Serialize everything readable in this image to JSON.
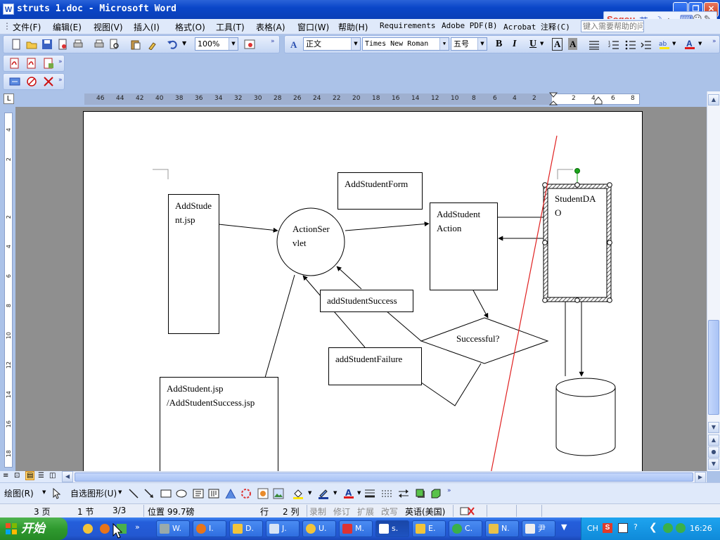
{
  "window": {
    "title": "struts 1.doc - Microsoft Word",
    "app_icon": "W"
  },
  "sogou": {
    "logo": "Sogou",
    "mode": "英"
  },
  "menu": {
    "items": [
      "文件(F)",
      "编辑(E)",
      "视图(V)",
      "插入(I)",
      "格式(O)",
      "工具(T)",
      "表格(A)",
      "窗口(W)",
      "帮助(H)",
      "Requirements",
      "Adobe PDF(B)",
      "Acrobat 注释(C)"
    ],
    "help_placeholder": "键入需要帮助的问题"
  },
  "toolbar": {
    "zoom": "100%",
    "style": "正文",
    "font": "Times New Roman",
    "size": "五号",
    "bold": "B",
    "italic": "I",
    "underline": "U",
    "char_border": "A",
    "char_shade": "A"
  },
  "ruler": {
    "numbers": [
      "46",
      "44",
      "42",
      "40",
      "38",
      "36",
      "34",
      "32",
      "30",
      "28",
      "26",
      "24",
      "22",
      "20",
      "18",
      "16",
      "14",
      "12",
      "10",
      "8",
      "6",
      "4",
      "2",
      "2",
      "4",
      "6",
      "8"
    ],
    "vnumbers": [
      "4",
      "2",
      "2",
      "4",
      "6",
      "8",
      "10",
      "12",
      "14",
      "16",
      "18"
    ]
  },
  "diagram": {
    "addstudent_jsp": "AddStudent.jsp",
    "action_servlet": "ActionServlet",
    "addstudent_form": "AddStudentForm",
    "addstudent_action": "AddStudent Action",
    "student_dao": "StudentDAO",
    "add_success": "addStudentSuccess",
    "add_failure": "addStudentFailure",
    "successful": "Successful?",
    "bottom_jsp_line1": "AddStudent.jsp",
    "bottom_jsp_line2": "/AddStudentSuccess.jsp"
  },
  "drawing_toolbar": {
    "draw": "绘图(R)",
    "autoshapes": "自选图形(U)"
  },
  "status": {
    "page": "3 页",
    "section": "1 节",
    "pages": "3/3",
    "position": "位置 99.7磅",
    "line": "行",
    "column": "2 列",
    "rec": "录制",
    "trk": "修订",
    "ext": "扩展",
    "ovr": "改写",
    "language": "英语(美国)"
  },
  "taskbar": {
    "start": "开始",
    "tasks": [
      "W.",
      "I.",
      "D.",
      "J.",
      "U.",
      "M.",
      "s.",
      "E.",
      "C.",
      "N.",
      "尹"
    ],
    "tray_lang": "CH",
    "clock": "16:26"
  },
  "colors": {
    "accent": "#0a46c8",
    "red_line": "#e02020",
    "handle_green": "#1aa61a"
  }
}
